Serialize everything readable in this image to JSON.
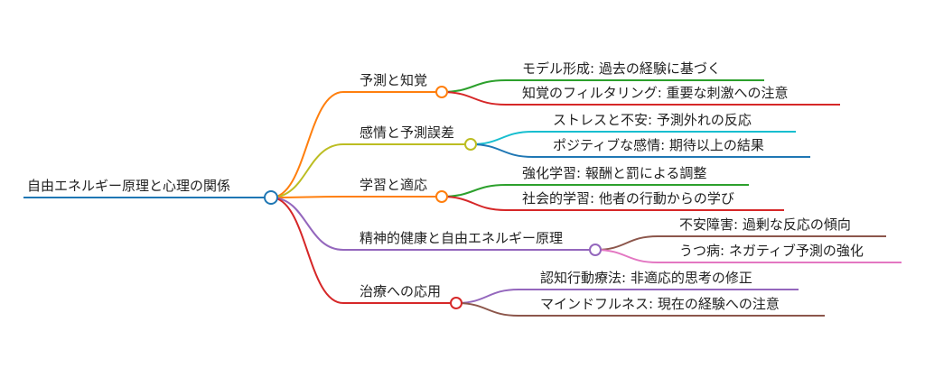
{
  "root": {
    "label": "自由エネルギー原理と心理の関係",
    "color": "#1f77b4"
  },
  "branches": [
    {
      "label": "予測と知覚",
      "color": "#ff7f0e",
      "children": [
        {
          "label": "モデル形成: 過去の経験に基づく",
          "color": "#2ca02c"
        },
        {
          "label": "知覚のフィルタリング: 重要な刺激への注意",
          "color": "#d62728"
        }
      ]
    },
    {
      "label": "感情と予測誤差",
      "color": "#bcbd22",
      "children": [
        {
          "label": "ストレスと不安: 予測外れの反応",
          "color": "#17becf"
        },
        {
          "label": "ポジティブな感情: 期待以上の結果",
          "color": "#1f77b4"
        }
      ]
    },
    {
      "label": "学習と適応",
      "color": "#ff7f0e",
      "children": [
        {
          "label": "強化学習: 報酬と罰による調整",
          "color": "#2ca02c"
        },
        {
          "label": "社会的学習: 他者の行動からの学び",
          "color": "#d62728"
        }
      ]
    },
    {
      "label": "精神的健康と自由エネルギー原理",
      "color": "#9467bd",
      "children": [
        {
          "label": "不安障害: 過剰な反応の傾向",
          "color": "#8c564b"
        },
        {
          "label": "うつ病: ネガティブ予測の強化",
          "color": "#e377c2"
        }
      ]
    },
    {
      "label": "治療への応用",
      "color": "#d62728",
      "children": [
        {
          "label": "認知行動療法: 非適応的思考の修正",
          "color": "#9467bd"
        },
        {
          "label": "マインドフルネス: 現在の経験への注意",
          "color": "#8c564b"
        }
      ]
    }
  ]
}
